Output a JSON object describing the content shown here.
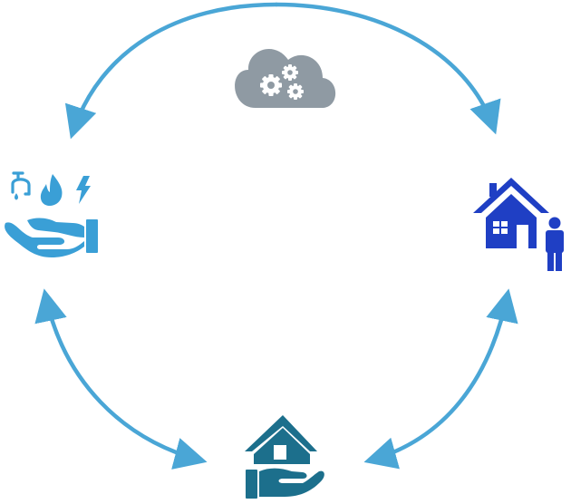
{
  "diagram": {
    "nodes": [
      {
        "id": "cloud-services",
        "icon": "cloud-gears-icon",
        "color": "#8f9aa3"
      },
      {
        "id": "utilities-provider",
        "icon": "hand-utilities-icon",
        "color": "#3a9fd6",
        "utilities": [
          "water-tap-icon",
          "flame-icon",
          "lightning-icon"
        ]
      },
      {
        "id": "homeowner",
        "icon": "house-person-icon",
        "color": "#1f3fc4"
      },
      {
        "id": "property-care",
        "icon": "hand-house-icon",
        "color": "#1c6f8c"
      }
    ],
    "links": [
      {
        "from": "cloud-services",
        "to": "utilities-provider",
        "direction": "one-way"
      },
      {
        "from": "cloud-services",
        "to": "homeowner",
        "direction": "one-way"
      },
      {
        "from": "utilities-provider",
        "to": "property-care",
        "direction": "two-way"
      },
      {
        "from": "homeowner",
        "to": "property-care",
        "direction": "two-way"
      }
    ],
    "arrow_color": "#4aa6d6"
  }
}
